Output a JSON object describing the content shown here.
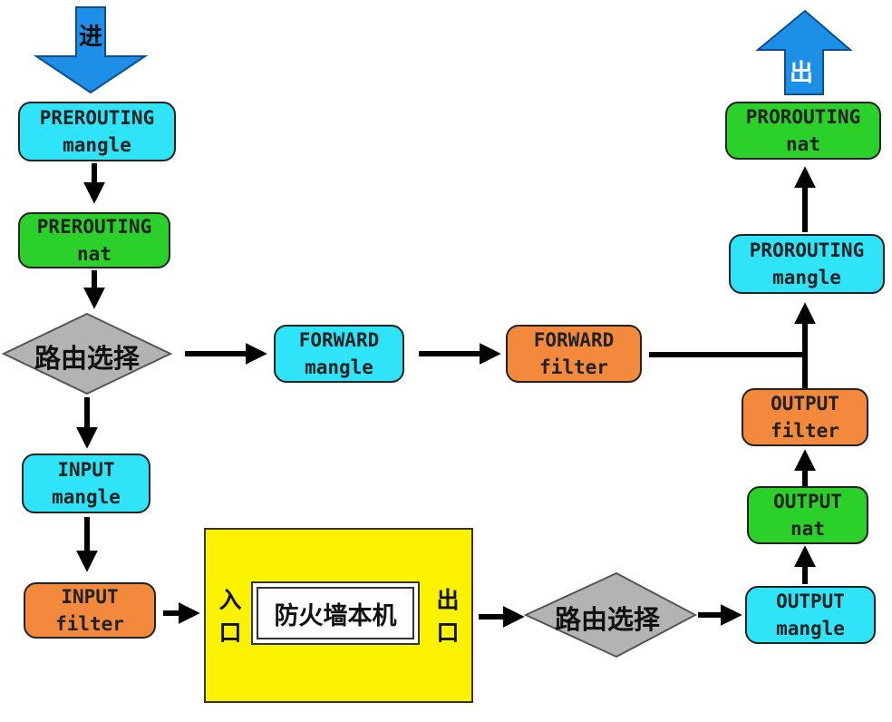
{
  "entry_label": "进",
  "exit_label": "出",
  "nodes": {
    "prerouting_mangle": {
      "line1": "PREROUTING",
      "line2": "mangle"
    },
    "prerouting_nat": {
      "line1": "PREROUTING",
      "line2": "nat"
    },
    "forward_mangle": {
      "line1": "FORWARD",
      "line2": "mangle"
    },
    "forward_filter": {
      "line1": "FORWARD",
      "line2": "filter"
    },
    "input_mangle": {
      "line1": "INPUT",
      "line2": "mangle"
    },
    "input_filter": {
      "line1": "INPUT",
      "line2": "filter"
    },
    "output_mangle": {
      "line1": "OUTPUT",
      "line2": "mangle"
    },
    "output_nat": {
      "line1": "OUTPUT",
      "line2": "nat"
    },
    "output_filter": {
      "line1": "OUTPUT",
      "line2": "filter"
    },
    "postrouting_mangle": {
      "line1": "PROROUTING",
      "line2": "mangle"
    },
    "postrouting_nat": {
      "line1": "PROROUTING",
      "line2": "nat"
    }
  },
  "decisions": {
    "routing_1": "路由选择",
    "routing_2": "路由选择"
  },
  "firewall": {
    "title": "防火墙本机",
    "in_label": "入口",
    "out_label": "出口"
  },
  "colors": {
    "cyan": "#2fe3f8",
    "green": "#2bd02b",
    "orange": "#f2893c",
    "yellow": "#fbf200",
    "blue_arrow": "#1e8fe6",
    "diamond": "#b3b3b3"
  }
}
